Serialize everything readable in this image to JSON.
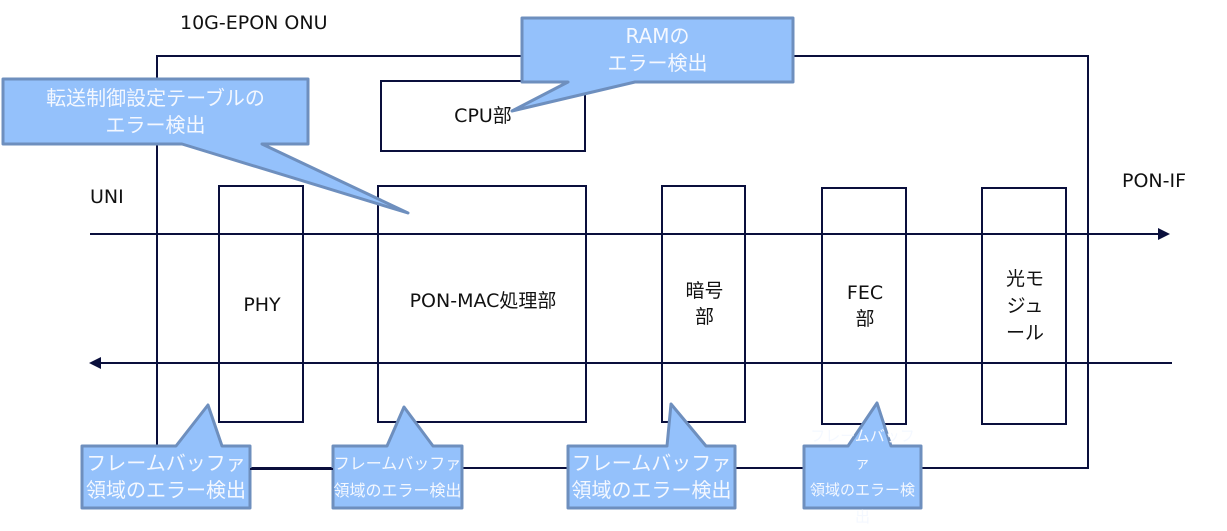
{
  "diagram": {
    "title": "10G-EPON ONU",
    "left_interface": "UNI",
    "right_interface": "PON-IF",
    "blocks": {
      "cpu": "CPU部",
      "phy": "PHY",
      "pon_mac": "PON-MAC処理部",
      "crypto": "暗号\n部",
      "fec": "FEC\n部",
      "optical": "光モ\nジュ\nール"
    },
    "callouts": {
      "ram": "RAMの\nエラー検出",
      "forwarding_table": "転送制御設定テーブルの\nエラー検出",
      "frame_buffer_1": "フレームバッファ\n領域のエラー検出",
      "frame_buffer_2": "フレームバッファ\n領域のエラー検出",
      "frame_buffer_3": "フレームバッファ\n領域のエラー検出",
      "frame_buffer_4": "フレームバッファ\n領域のエラー検出"
    },
    "colors": {
      "line": "#0a0f3c",
      "callout_fill": "#94c1fb",
      "callout_border": "#6e8fbe"
    }
  }
}
